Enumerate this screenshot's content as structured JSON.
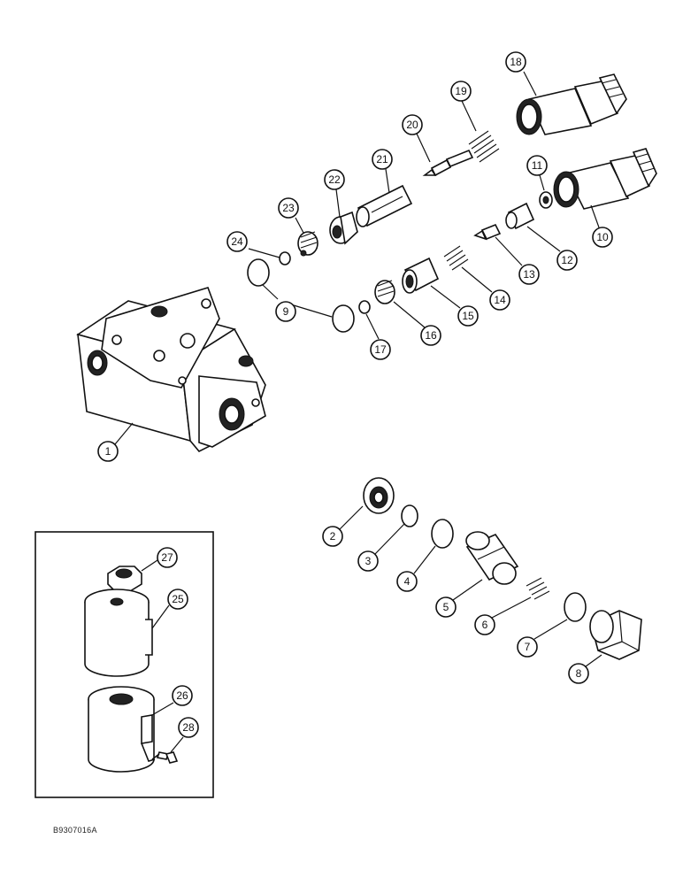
{
  "diagram": {
    "callouts": [
      {
        "id": "c1",
        "label": "1"
      },
      {
        "id": "c2",
        "label": "2"
      },
      {
        "id": "c3",
        "label": "3"
      },
      {
        "id": "c4",
        "label": "4"
      },
      {
        "id": "c5",
        "label": "5"
      },
      {
        "id": "c6",
        "label": "6"
      },
      {
        "id": "c7",
        "label": "7"
      },
      {
        "id": "c8",
        "label": "8"
      },
      {
        "id": "c9",
        "label": "9"
      },
      {
        "id": "c10",
        "label": "10"
      },
      {
        "id": "c11",
        "label": "11"
      },
      {
        "id": "c12",
        "label": "12"
      },
      {
        "id": "c13",
        "label": "13"
      },
      {
        "id": "c14",
        "label": "14"
      },
      {
        "id": "c15",
        "label": "15"
      },
      {
        "id": "c16",
        "label": "16"
      },
      {
        "id": "c17",
        "label": "17"
      },
      {
        "id": "c18",
        "label": "18"
      },
      {
        "id": "c19",
        "label": "19"
      },
      {
        "id": "c20",
        "label": "20"
      },
      {
        "id": "c21",
        "label": "21"
      },
      {
        "id": "c22",
        "label": "22"
      },
      {
        "id": "c23",
        "label": "23"
      },
      {
        "id": "c24",
        "label": "24"
      },
      {
        "id": "c25",
        "label": "25"
      },
      {
        "id": "c26",
        "label": "26"
      },
      {
        "id": "c27",
        "label": "27"
      },
      {
        "id": "c28",
        "label": "28"
      }
    ]
  },
  "document": {
    "figure_id": "B9307016A"
  }
}
